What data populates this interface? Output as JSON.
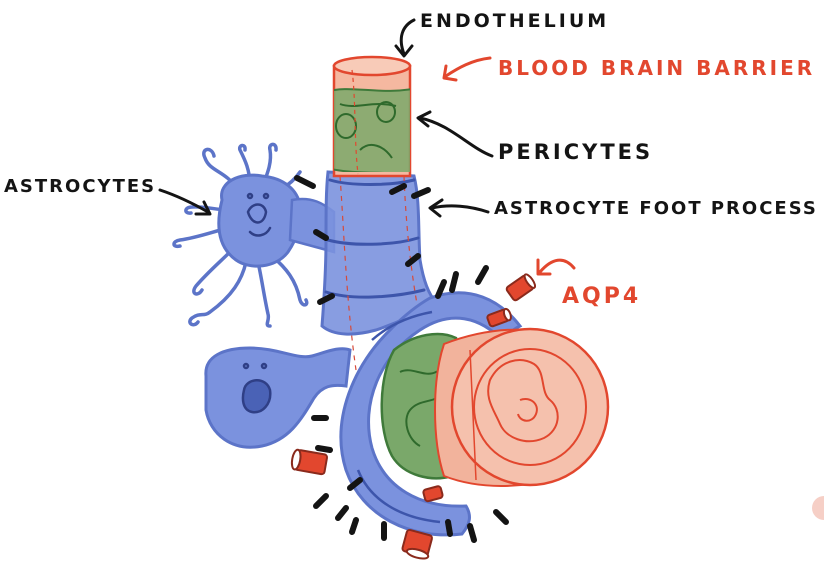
{
  "labels": {
    "endothelium": "ENDOTHELIUM",
    "blood_brain_barrier": "BLOOD BRAIN BARRIER",
    "pericytes": "PERICYTES",
    "astrocytes": "ASTROCYTES",
    "astrocyte_foot_process": "ASTROCYTE FOOT PROCESS",
    "aqp4": "AQP4"
  },
  "colors": {
    "ink": "#141414",
    "barrier_red": "#e2472e",
    "astrocyte_blue": "#6f88d8",
    "pericyte_green": "#6a9a5c",
    "endothelium_salmon": "#ef9f80"
  }
}
